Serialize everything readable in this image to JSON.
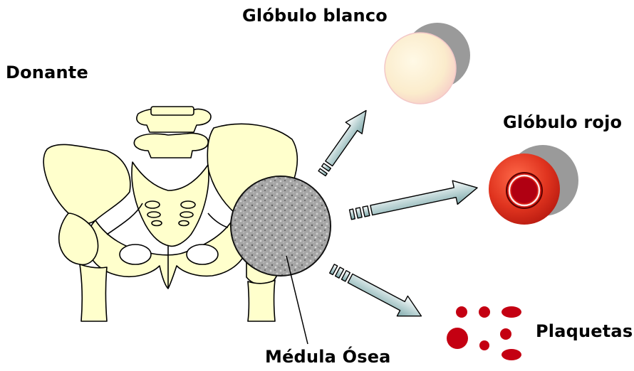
{
  "labels": {
    "donor": "Donante",
    "white_cell": "Glóbulo blanco",
    "red_cell": "Glóbulo rojo",
    "platelets": "Plaquetas",
    "marrow": "Médula Ósea"
  },
  "colors": {
    "bone_fill": "#ffffcc",
    "bone_stroke": "#000000",
    "arrow_fill_dark": "#8fb6b8",
    "arrow_fill_light": "#ffffff",
    "red_cell": "#d42a1c",
    "red_cell_core": "#b00012",
    "platelet": "#c40012",
    "shadow": "#9a9a9a",
    "white_cell_fill": "#fbf0d8",
    "white_cell_edge": "#f6c3c3",
    "marrow_dot_light": "#e8e8e8",
    "marrow_dot_dark": "#555555"
  }
}
